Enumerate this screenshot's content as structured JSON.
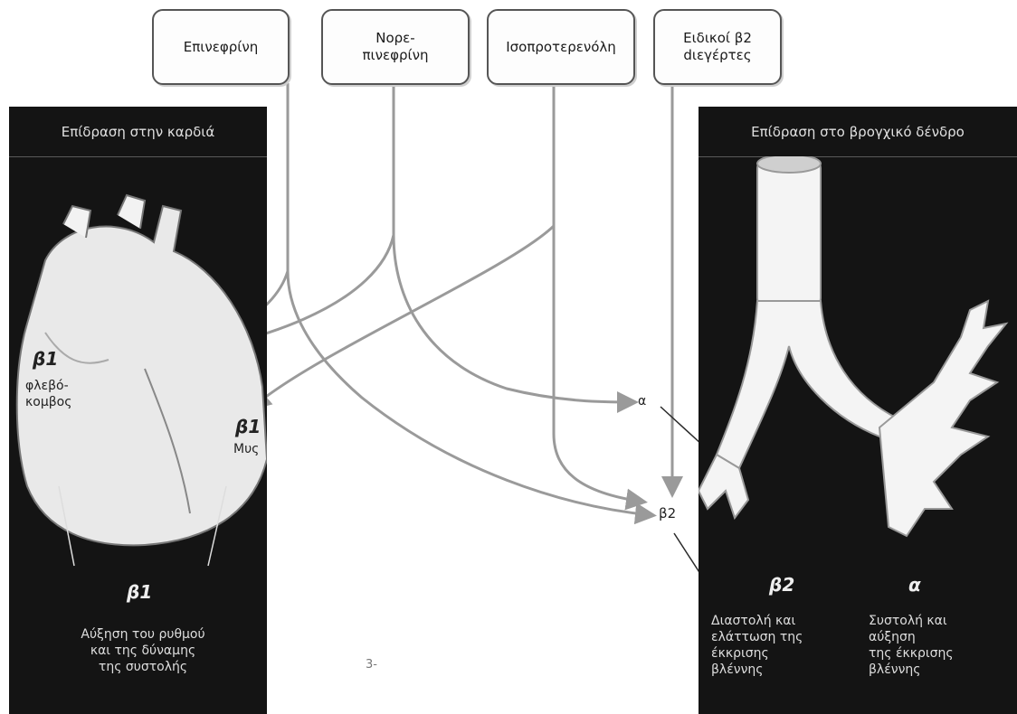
{
  "drugs": [
    {
      "label": "Επινεφρίνη"
    },
    {
      "label": "Νορε-\nπινεφρίνη"
    },
    {
      "label": "Ισοπροτερενόλη"
    },
    {
      "label": "Ειδικοί β2\ndιεγέρτες"
    }
  ],
  "heart_panel": {
    "title": "Επίδραση στην καρδιά",
    "beta1_top": "β1",
    "node_label": "φλεβό-\nκομβος",
    "muscle_beta": "β1",
    "muscle_label": "Μυς",
    "bottom_beta": "β1",
    "effect": "Αύξηση του ρυθμού\nκαι της δύναμης\nτης συστολής"
  },
  "bronchi_panel": {
    "title": "Επίδραση στο βρογχικό δένδρο",
    "beta2_label": "β2",
    "alpha_label": "α",
    "beta2_effect": "Διαστολή και\nελάττωση της\nέκκρισης\nβλέννης",
    "alpha_effect": "Συστολή και\nαύξηση\nτης έκκρισης\nβλέννης"
  },
  "receptors": {
    "alpha": "α",
    "beta2": "β2"
  },
  "page_number": "3-"
}
